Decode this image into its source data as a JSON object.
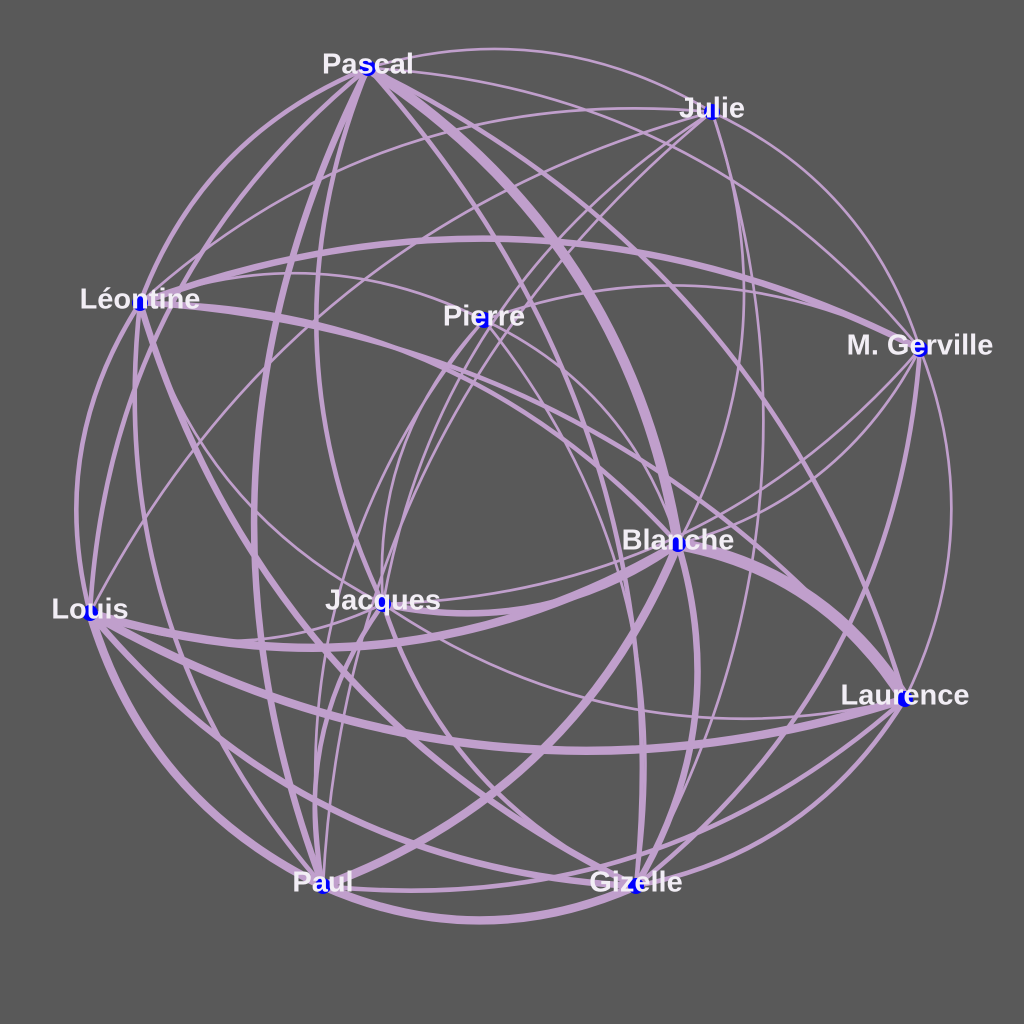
{
  "graph": {
    "colors": {
      "background": "#595959",
      "edge": "#c09fcc",
      "node": "#0000ff",
      "label": "#f2eef5"
    },
    "nodes": [
      {
        "id": "pascal",
        "label": "Pascal"
      },
      {
        "id": "julie",
        "label": "Julie"
      },
      {
        "id": "leontine",
        "label": "Léontine"
      },
      {
        "id": "pierre",
        "label": "Pierre"
      },
      {
        "id": "gerville",
        "label": "M. Gerville"
      },
      {
        "id": "blanche",
        "label": "Blanche"
      },
      {
        "id": "louis",
        "label": "Louis"
      },
      {
        "id": "jacques",
        "label": "Jacques"
      },
      {
        "id": "laurence",
        "label": "Laurence"
      },
      {
        "id": "paul",
        "label": "Paul"
      },
      {
        "id": "gizelle",
        "label": "Gizelle"
      }
    ],
    "edges": [
      {
        "source": "pascal",
        "target": "julie",
        "weight": 1
      },
      {
        "source": "pascal",
        "target": "leontine",
        "weight": 2
      },
      {
        "source": "pascal",
        "target": "gerville",
        "weight": 1
      },
      {
        "source": "pascal",
        "target": "blanche",
        "weight": 5
      },
      {
        "source": "pascal",
        "target": "jacques",
        "weight": 2
      },
      {
        "source": "pascal",
        "target": "laurence",
        "weight": 2
      },
      {
        "source": "pascal",
        "target": "paul",
        "weight": 3
      },
      {
        "source": "pascal",
        "target": "gizelle",
        "weight": 2
      },
      {
        "source": "pascal",
        "target": "louis",
        "weight": 2
      },
      {
        "source": "julie",
        "target": "leontine",
        "weight": 1
      },
      {
        "source": "julie",
        "target": "gerville",
        "weight": 1
      },
      {
        "source": "julie",
        "target": "blanche",
        "weight": 1
      },
      {
        "source": "julie",
        "target": "jacques",
        "weight": 1
      },
      {
        "source": "julie",
        "target": "paul",
        "weight": 1
      },
      {
        "source": "julie",
        "target": "gizelle",
        "weight": 1
      },
      {
        "source": "julie",
        "target": "louis",
        "weight": 1
      },
      {
        "source": "leontine",
        "target": "pierre",
        "weight": 1
      },
      {
        "source": "leontine",
        "target": "gerville",
        "weight": 3
      },
      {
        "source": "leontine",
        "target": "louis",
        "weight": 2
      },
      {
        "source": "leontine",
        "target": "blanche",
        "weight": 2
      },
      {
        "source": "leontine",
        "target": "laurence",
        "weight": 2
      },
      {
        "source": "leontine",
        "target": "paul",
        "weight": 2
      },
      {
        "source": "leontine",
        "target": "gizelle",
        "weight": 3
      },
      {
        "source": "leontine",
        "target": "jacques",
        "weight": 1
      },
      {
        "source": "pierre",
        "target": "gerville",
        "weight": 1
      },
      {
        "source": "pierre",
        "target": "blanche",
        "weight": 1
      },
      {
        "source": "pierre",
        "target": "paul",
        "weight": 1
      },
      {
        "source": "pierre",
        "target": "jacques",
        "weight": 1
      },
      {
        "source": "pierre",
        "target": "gizelle",
        "weight": 1
      },
      {
        "source": "gerville",
        "target": "laurence",
        "weight": 1
      },
      {
        "source": "gerville",
        "target": "gizelle",
        "weight": 2
      },
      {
        "source": "gerville",
        "target": "blanche",
        "weight": 1
      },
      {
        "source": "gerville",
        "target": "jacques",
        "weight": 1
      },
      {
        "source": "blanche",
        "target": "laurence",
        "weight": 6
      },
      {
        "source": "blanche",
        "target": "louis",
        "weight": 4
      },
      {
        "source": "blanche",
        "target": "jacques",
        "weight": 3
      },
      {
        "source": "blanche",
        "target": "gizelle",
        "weight": 3
      },
      {
        "source": "blanche",
        "target": "paul",
        "weight": 4
      },
      {
        "source": "louis",
        "target": "laurence",
        "weight": 4
      },
      {
        "source": "louis",
        "target": "paul",
        "weight": 4
      },
      {
        "source": "louis",
        "target": "gizelle",
        "weight": 3
      },
      {
        "source": "louis",
        "target": "jacques",
        "weight": 1
      },
      {
        "source": "jacques",
        "target": "laurence",
        "weight": 1
      },
      {
        "source": "jacques",
        "target": "paul",
        "weight": 2
      },
      {
        "source": "jacques",
        "target": "gizelle",
        "weight": 2
      },
      {
        "source": "laurence",
        "target": "gizelle",
        "weight": 2
      },
      {
        "source": "laurence",
        "target": "paul",
        "weight": 2
      },
      {
        "source": "paul",
        "target": "gizelle",
        "weight": 4
      }
    ]
  }
}
